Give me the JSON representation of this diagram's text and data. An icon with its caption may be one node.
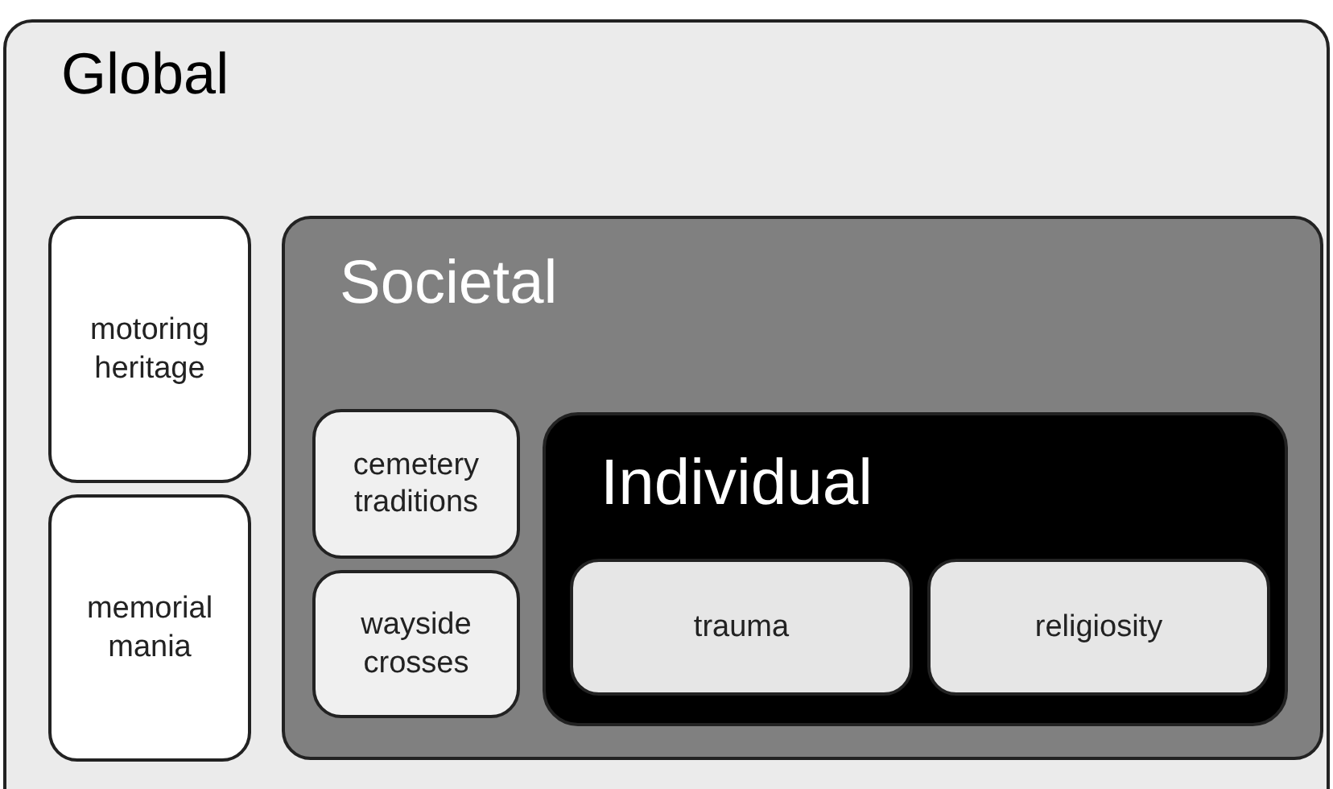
{
  "diagram": {
    "nodes": [
      {
        "text": [
          "Global"
        ]
      },
      {
        "text": [
          "motoring heritage"
        ],
        "in": 0
      },
      {
        "text": [
          "memorial mania"
        ],
        "in": 0
      },
      {
        "text": [
          "Societal"
        ],
        "in": 0
      },
      {
        "text": [
          "cemetery traditions"
        ],
        "in": 3
      },
      {
        "text": [
          "wayside crosses"
        ],
        "in": 3
      },
      {
        "text": [
          "Individual"
        ],
        "in": 3
      },
      {
        "text": [
          "trauma"
        ],
        "in": 6
      },
      {
        "text": [
          "religiosity"
        ],
        "in": 6
      }
    ]
  }
}
